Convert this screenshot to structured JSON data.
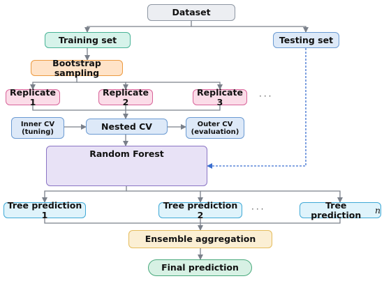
{
  "nodes": {
    "dataset": "Dataset",
    "training_set": "Training set",
    "testing_set": "Testing set",
    "bootstrap": "Bootstrap sampling",
    "replicate_1": "Replicate 1",
    "replicate_2": "Replicate 2",
    "replicate_3": "Replicate 3",
    "inner_cv_line1": "Inner CV",
    "inner_cv_line2": "(tuning)",
    "nested_cv": "Nested CV",
    "outer_cv_line1": "Outer CV",
    "outer_cv_line2": "(evaluation)",
    "random_forest": "Random Forest",
    "tree_pred_1": "Tree prediction 1",
    "tree_pred_2": "Tree prediction 2",
    "tree_pred_n_prefix": "Tree prediction",
    "tree_pred_n_suffix": "n",
    "ensemble": "Ensemble aggregation",
    "final": "Final prediction"
  },
  "ellipsis": "···",
  "colors": {
    "edge": "#7a808a",
    "dashed_edge": "#3b6fd0",
    "tree_root": "#f4a7b4",
    "tree_mid": "#b7ecd9",
    "tree_leaf": "#bfd8f7"
  }
}
